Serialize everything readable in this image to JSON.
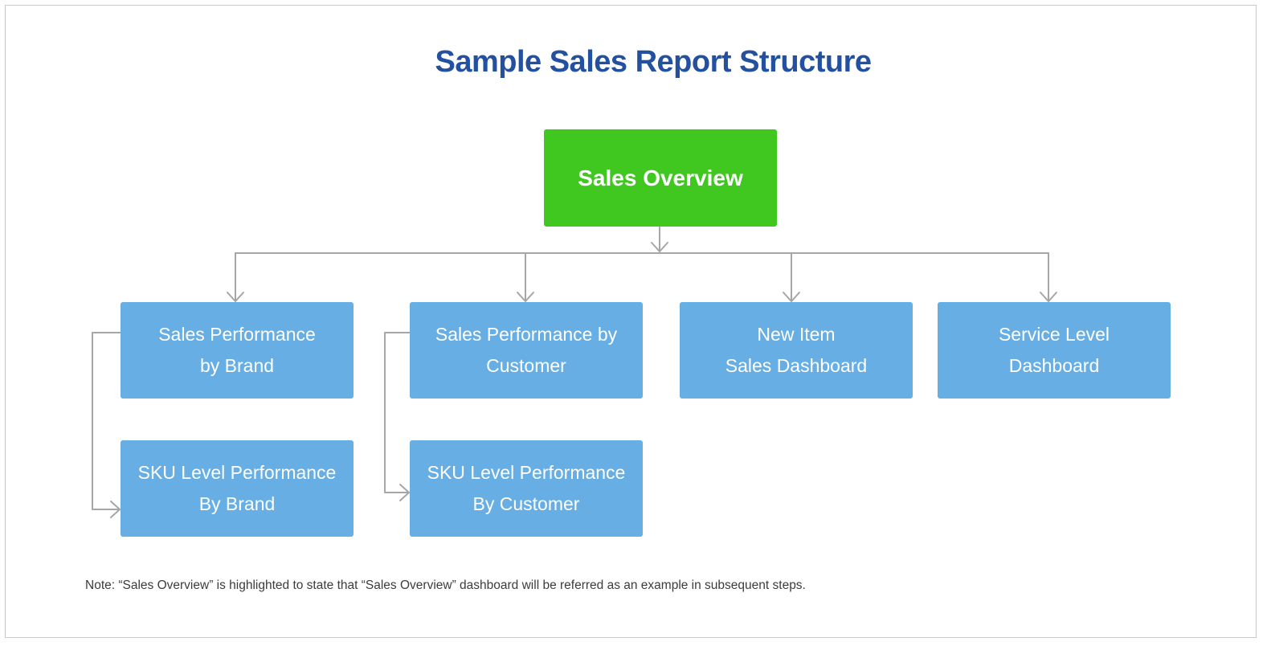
{
  "diagram": {
    "title": "Sample Sales Report Structure",
    "root": {
      "label": "Sales Overview"
    },
    "level1": [
      {
        "line1": "Sales Performance",
        "line2": "by Brand"
      },
      {
        "line1": "Sales Performance by",
        "line2": "Customer"
      },
      {
        "line1": "New Item",
        "line2": "Sales Dashboard"
      },
      {
        "line1": "Service Level",
        "line2": "Dashboard"
      }
    ],
    "level2": [
      {
        "line1": "SKU Level Performance",
        "line2": "By Brand"
      },
      {
        "line1": "SKU Level Performance",
        "line2": "By Customer"
      }
    ],
    "note": "Note: “Sales Overview” is highlighted to state that “Sales Overview” dashboard will be referred as an example in subsequent steps.",
    "colors": {
      "title": "#2450a0",
      "root_fill": "#40c821",
      "child_fill": "#66aee4",
      "connector": "#a6a6a6",
      "text_on_box": "#ffffff"
    }
  }
}
